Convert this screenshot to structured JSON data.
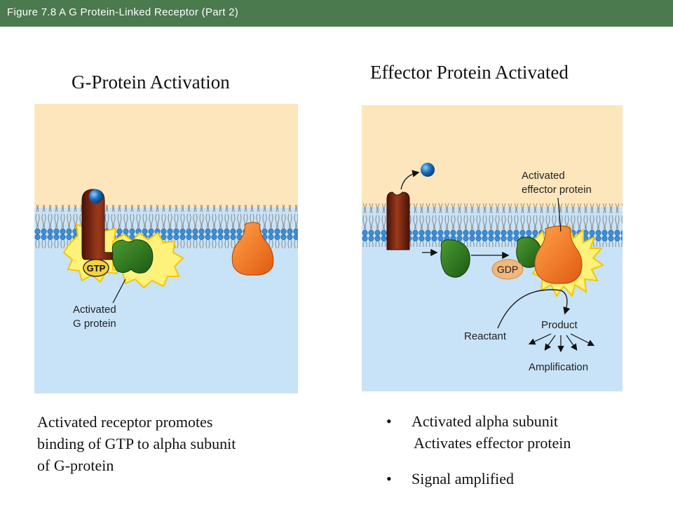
{
  "header": {
    "title": "Figure 7.8  A G Protein-Linked Receptor (Part 2)"
  },
  "left": {
    "heading": "G-Protein Activation",
    "labels": {
      "gtp": "GTP",
      "activated_g_line1": "Activated",
      "activated_g_line2": "G protein"
    },
    "caption_line1": "Activated receptor promotes",
    "caption_line2": "binding of GTP to alpha subunit",
    "caption_line3": "of G-protein"
  },
  "right": {
    "heading": "Effector Protein Activated",
    "labels": {
      "activated_effector_line1": "Activated",
      "activated_effector_line2": "effector protein",
      "gdp": "GDP",
      "reactant": "Reactant",
      "product": "Product",
      "amplification": "Amplification"
    },
    "bullets": [
      {
        "marker": "•",
        "line1": "Activated alpha subunit",
        "line2": "Activates effector protein"
      },
      {
        "marker": "•",
        "line1": "Signal amplified"
      }
    ]
  },
  "colors": {
    "header_bg": "#4a7a4e",
    "extracellular": "#fde6bb",
    "cytoplasm": "#c8e3f7",
    "receptor": "#6e1f10",
    "g_protein": "#2f7a22",
    "effector": "#f07a20",
    "ligand": "#1a70c0",
    "gdp_oval": "#f0b87a",
    "starburst": "#fff27a"
  },
  "icons": {
    "ligand": "blue-sphere",
    "burst": "starburst"
  }
}
